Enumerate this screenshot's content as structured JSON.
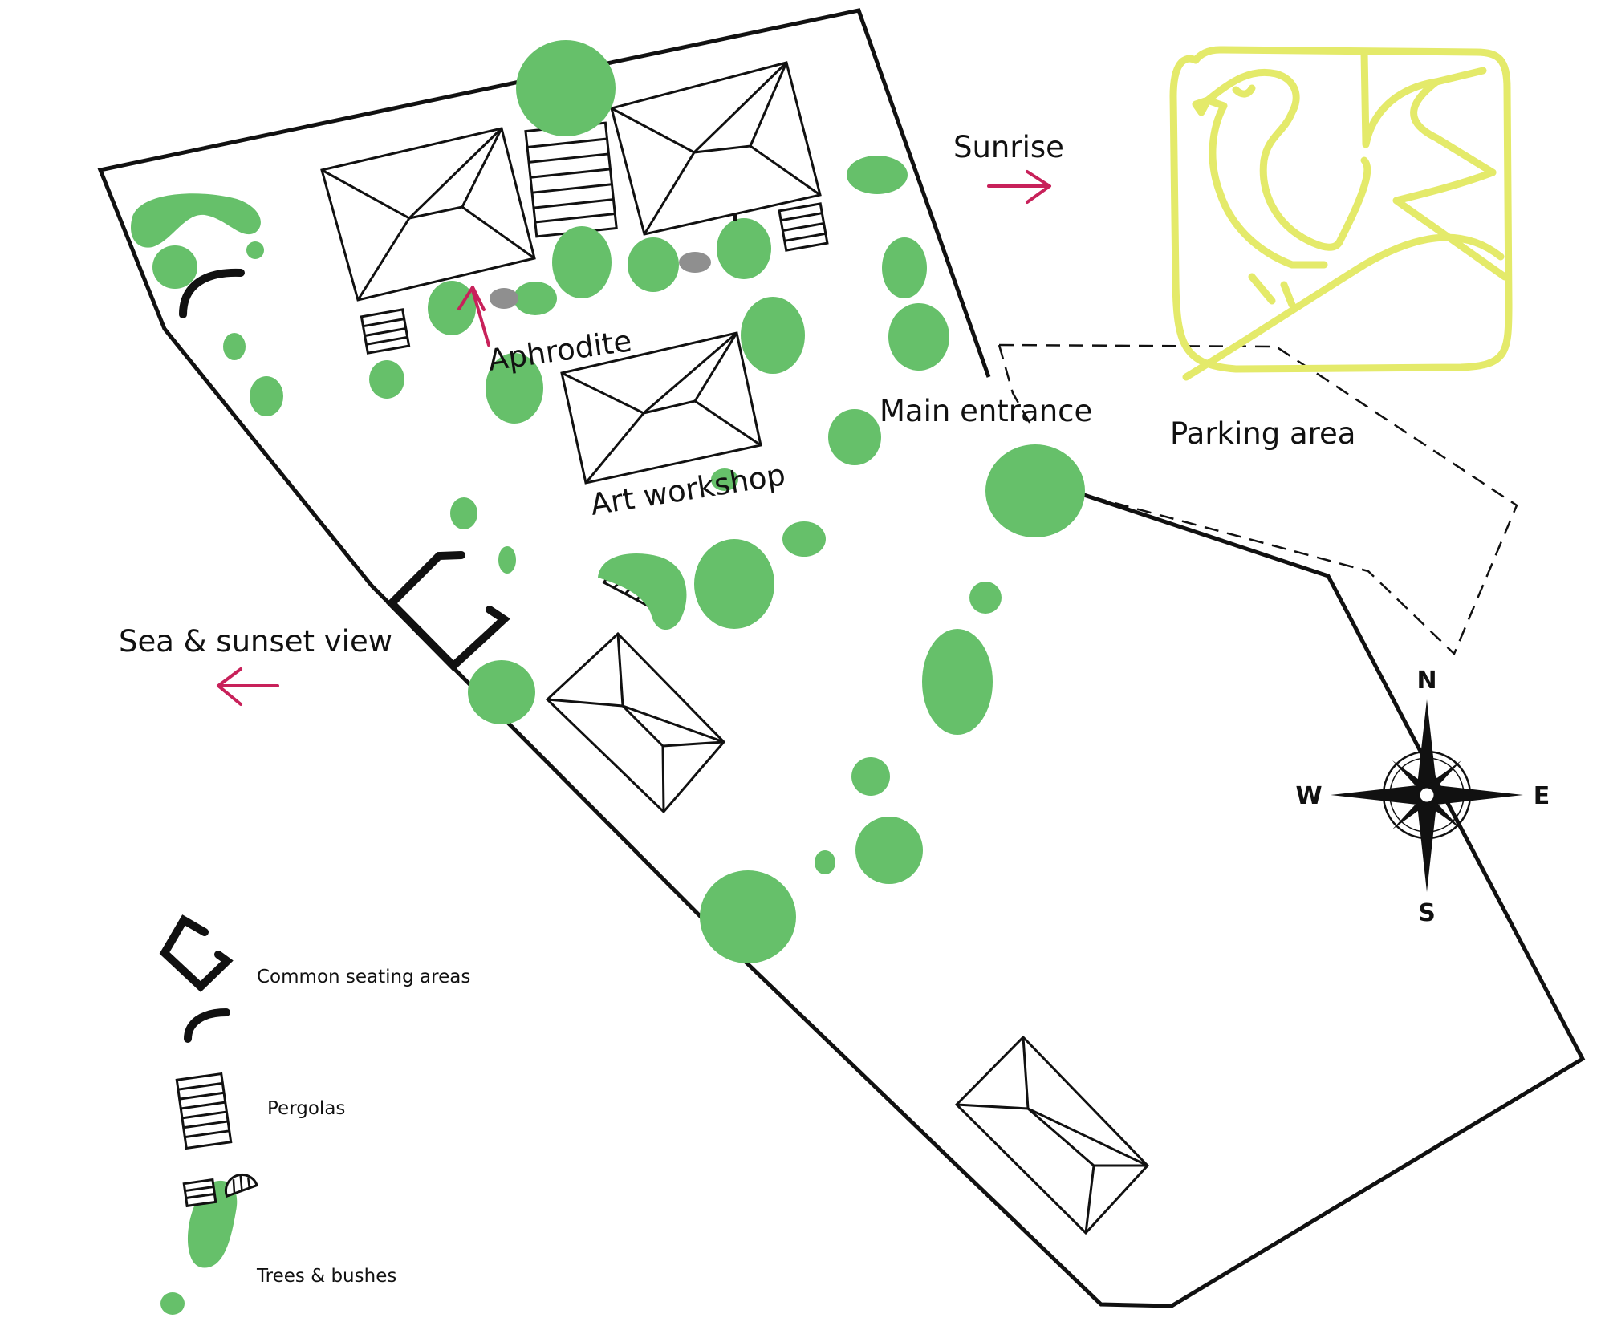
{
  "labels": {
    "sunrise": "Sunrise",
    "aphrodite": "Aphrodite",
    "art_workshop": "Art workshop",
    "main_entrance": "Main entrance",
    "parking_area": "Parking area",
    "sea_sunset": "Sea & sunset view"
  },
  "compass": {
    "north": "N",
    "south": "S",
    "east": "E",
    "west": "W"
  },
  "legend": {
    "seating": "Common seating areas",
    "pergolas": "Pergolas",
    "trees": "Trees & bushes"
  },
  "colors": {
    "tree": "#66c06a",
    "arrow": "#c8215a",
    "logo": "#e4ea6a",
    "outline": "#111111",
    "path_stone": "#8f8f8f"
  },
  "icons": {
    "logo": "bird-on-branch-logo",
    "compass": "compass-rose-icon",
    "seating": "seating-bracket-icon",
    "bench": "curved-bench-icon",
    "pergola": "pergola-icon",
    "shade": "shade-half-circle-icon",
    "tree": "tree-blob-icon"
  }
}
